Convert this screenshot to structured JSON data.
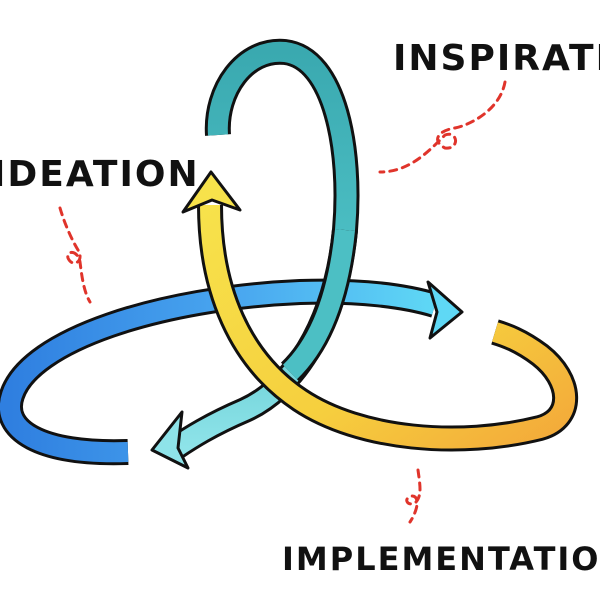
{
  "labels": {
    "inspiration": "INSPIRATION",
    "ideation": "IDEATION",
    "implementation": "IMPLEMENTATION"
  },
  "colors": {
    "teal": "#4fc3c6",
    "teal_dark": "#2f9ea3",
    "blue": "#3a8fe8",
    "blue_light": "#5fd3f3",
    "yellow": "#f6d84a",
    "yellow_light": "#f5e65a",
    "orange": "#f09a2c",
    "red_dash": "#e0342b",
    "outline": "#111111"
  }
}
